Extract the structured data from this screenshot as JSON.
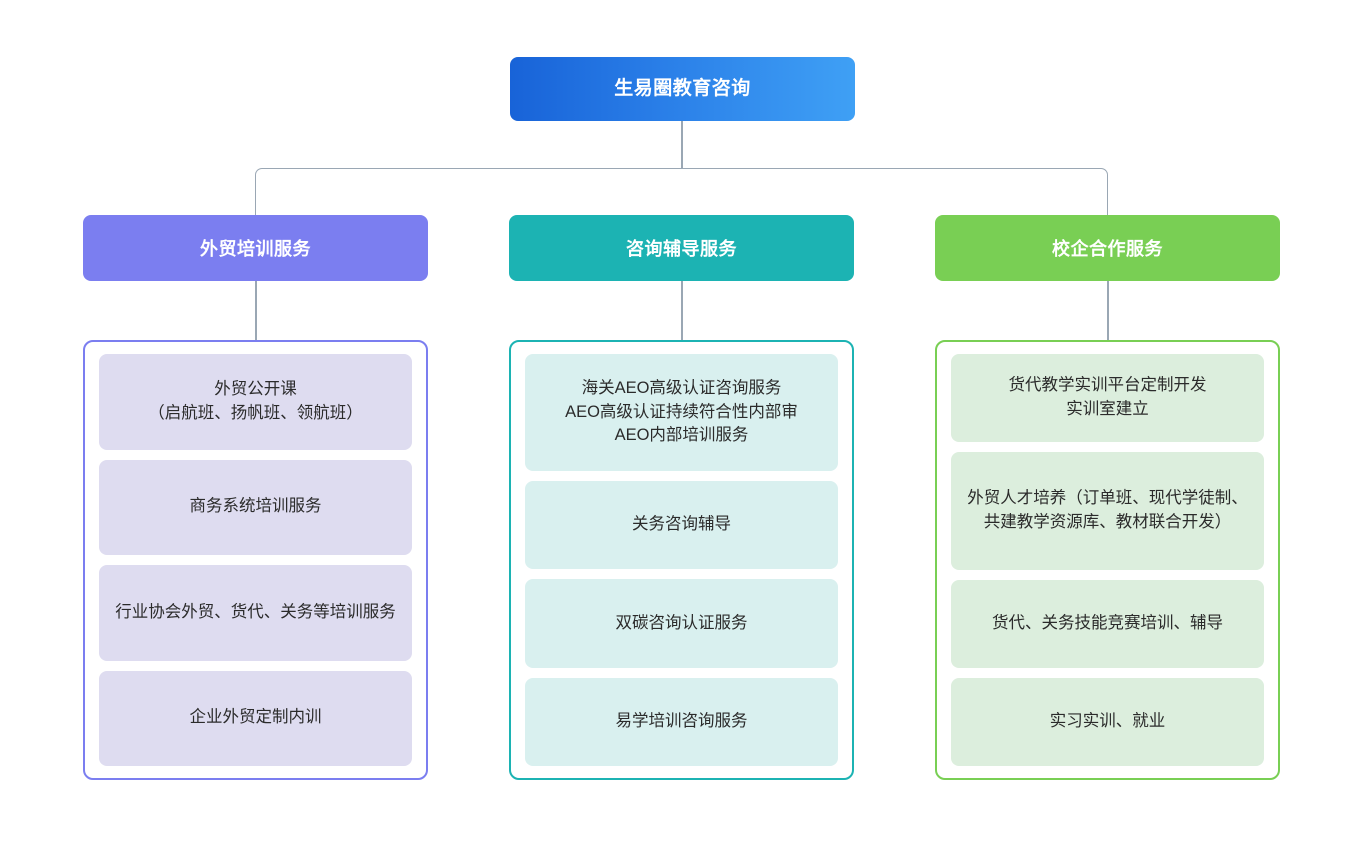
{
  "root": {
    "label": "生易圈教育咨询",
    "color": "#1863d8",
    "gradient_end": "#3fa0f5"
  },
  "columns": [
    {
      "key": "training",
      "header": "外贸培训服务",
      "accent": "#7b7ef0",
      "card_fill": "#dedcf0",
      "items": [
        "外贸公开课\n（启航班、扬帆班、领航班）",
        "商务系统培训服务",
        "行业协会外贸、货代、关务等培训服务",
        "企业外贸定制内训"
      ]
    },
    {
      "key": "consulting",
      "header": "咨询辅导服务",
      "accent": "#1cb3b3",
      "card_fill": "#d9f0ef",
      "items": [
        "海关AEO高级认证咨询服务\nAEO高级认证持续符合性内部审\nAEO内部培训服务",
        "关务咨询辅导",
        "双碳咨询认证服务",
        "易学培训咨询服务"
      ]
    },
    {
      "key": "school-enterprise",
      "header": "校企合作服务",
      "accent": "#79cf54",
      "card_fill": "#dceedd",
      "items": [
        "货代教学实训平台定制开发\n实训室建立",
        "外贸人才培养（订单班、现代学徒制、共建教学资源库、教材联合开发）",
        "货代、关务技能竞赛培训、辅导",
        "实习实训、就业"
      ]
    }
  ],
  "connector": {
    "color": "#9aa7b4"
  }
}
